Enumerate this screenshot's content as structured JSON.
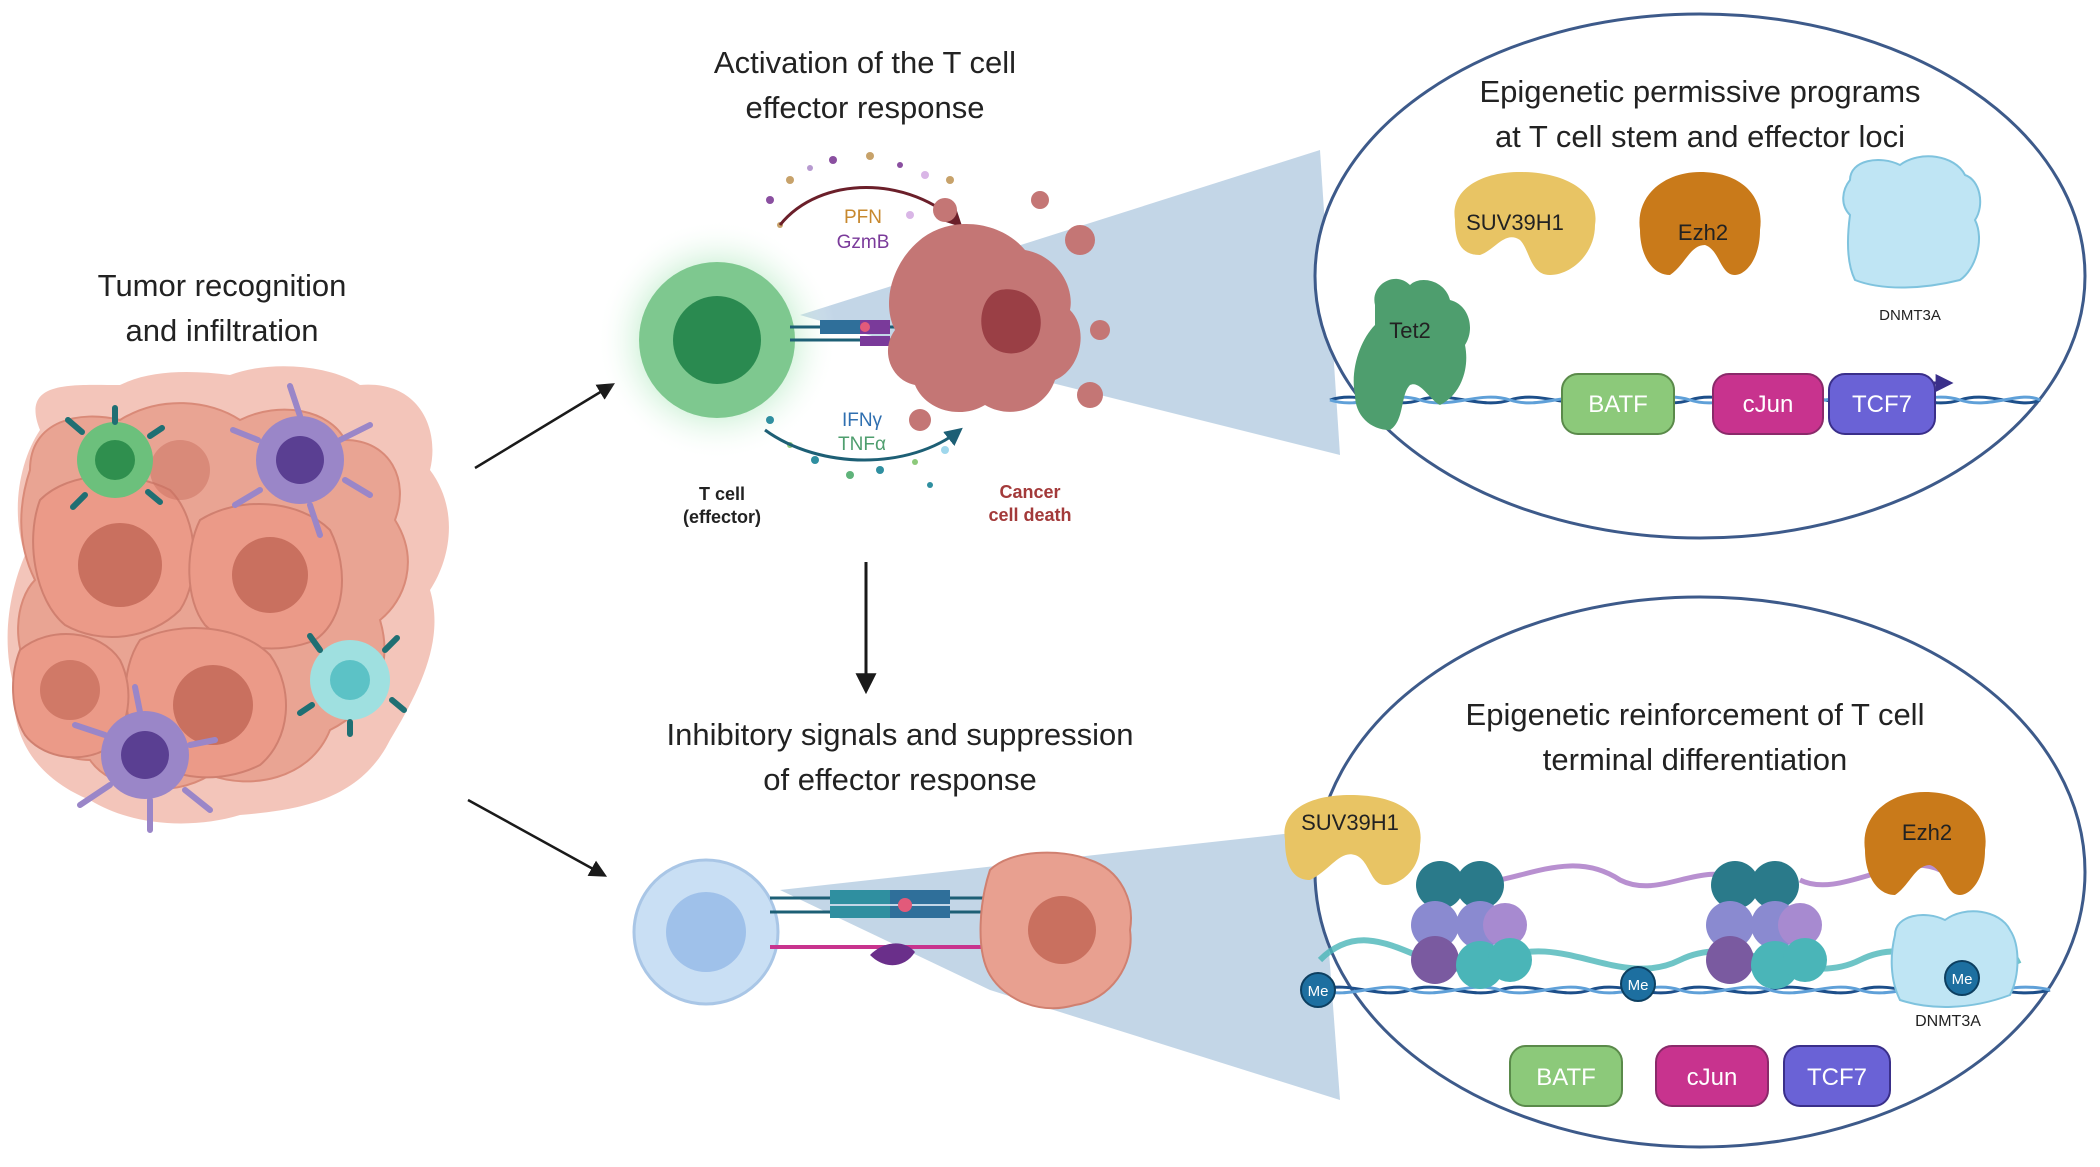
{
  "titles": {
    "tumor_line1": "Tumor recognition",
    "tumor_line2": "and infiltration",
    "activation_line1": "Activation of the T cell",
    "activation_line2": "effector response",
    "inhibitory_line1": "Inhibitory signals and suppression",
    "inhibitory_line2": "of effector response",
    "permissive_line1": "Epigenetic permissive programs",
    "permissive_line2": "at T cell stem and effector loci",
    "reinforcement_line1": "Epigenetic reinforcement of T cell",
    "reinforcement_line2": "terminal differentiation"
  },
  "activation": {
    "pfn": "PFN",
    "gzmb": "GzmB",
    "ifng": "IFNγ",
    "tnfa": "TNFα",
    "tcell_line1": "T cell",
    "tcell_line2": "(effector)",
    "cancer_line1": "Cancer",
    "cancer_line2": "cell death"
  },
  "permissive": {
    "suv39h1": "SUV39H1",
    "ezh2": "Ezh2",
    "dnmt3a": "DNMT3A",
    "tet2": "Tet2",
    "batf": "BATF",
    "cjun": "cJun",
    "tcf7": "TCF7"
  },
  "reinforcement": {
    "suv39h1": "SUV39H1",
    "ezh2": "Ezh2",
    "dnmt3a": "DNMT3A",
    "me": "Me",
    "batf": "BATF",
    "cjun": "cJun",
    "tcf7": "TCF7"
  },
  "colors": {
    "batf": "#8cc97a",
    "cjun": "#c8338e",
    "tcf7": "#6a62d6",
    "panel_border": "#3d5a8a",
    "zoom_fill": "#b9cfe3",
    "tcell_green": "#2f9e5e",
    "tumor_salmon": "#e8a090",
    "suv_yellow": "#e8c464",
    "ezh2_orange": "#c97a1a",
    "dnmt3a_blue": "#9fd7ec",
    "tet2_green": "#4e9e6e"
  }
}
